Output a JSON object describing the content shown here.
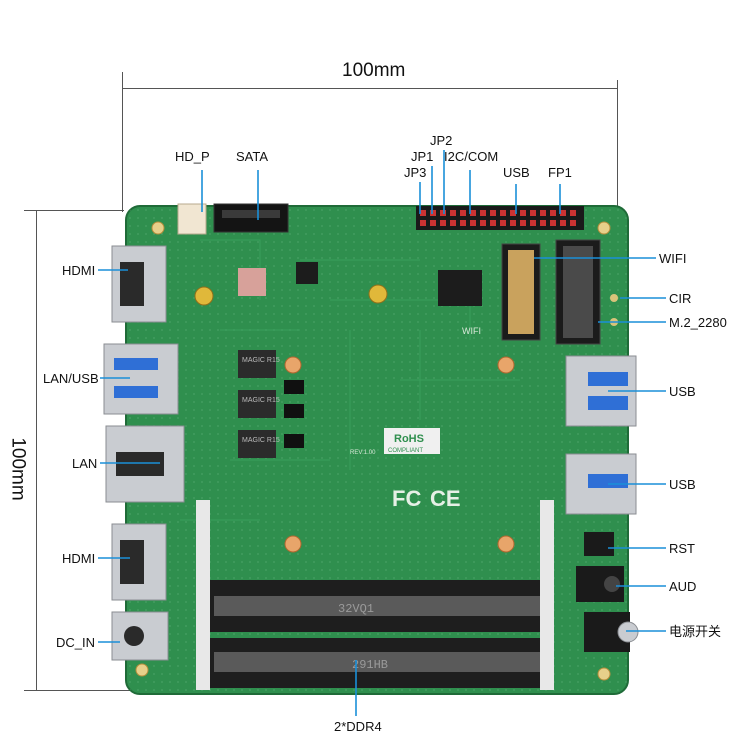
{
  "dimensions": {
    "width_label": "100mm",
    "height_label": "100mm"
  },
  "colors": {
    "pcb": "#2f8f4e",
    "pcb_dark": "#1f6b38",
    "leader": "#1a8fd8",
    "port_metal": "#c9ccd1",
    "usb_blue": "#2f6fd6",
    "dimm_slot": "#2b2b2b"
  },
  "board_markings": {
    "rohs": "RoHS",
    "rohs_sub": "COMPLIANT",
    "fc": "FC",
    "ce": "CE",
    "dimm_text_1": "32VQ1",
    "dimm_text_2": "291HB",
    "wifi_silk": "WIFI",
    "rev": "REV:1.00",
    "inductor_1": "MAGIC R15",
    "inductor_2": "MAGIC R15",
    "inductor_3": "MAGIC R15"
  },
  "labels": {
    "hd_p": "HD_P",
    "sata": "SATA",
    "jp2": "JP2",
    "jp1": "JP1",
    "jp3": "JP3",
    "i2c_com": "I2C/COM",
    "usb_top": "USB",
    "fp1": "FP1",
    "hdmi_1": "HDMI",
    "lan_usb": "LAN/USB",
    "lan": "LAN",
    "hdmi_2": "HDMI",
    "dc_in": "DC_IN",
    "wifi": "WIFI",
    "cir": "CIR",
    "m2": "M.2_2280",
    "usb_right_1": "USB",
    "usb_right_2": "USB",
    "rst": "RST",
    "aud": "AUD",
    "power_switch": "电源开关",
    "ddr4": "2*DDR4"
  }
}
